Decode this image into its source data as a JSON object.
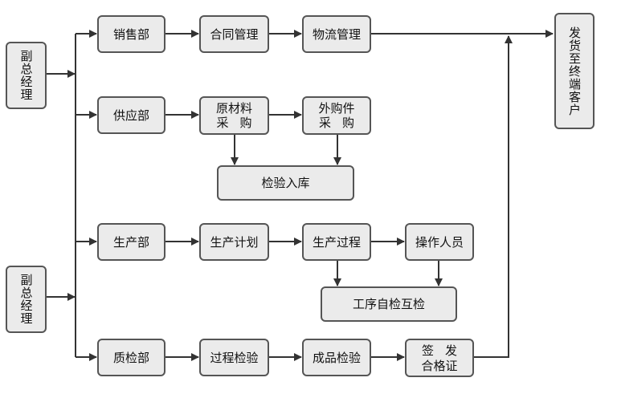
{
  "colors": {
    "box_fill": "#ebebeb",
    "box_border": "#555555",
    "line": "#333333"
  },
  "nodes": {
    "vp_top": "副总经理",
    "vp_bottom": "副总经理",
    "sales": "销售部",
    "contract": "合同管理",
    "logistics": "物流管理",
    "ship": "发货至终端客户",
    "supply": "供应部",
    "raw_material": {
      "line1": "原材料",
      "line2": "采购"
    },
    "outsourced": {
      "line1": "外购件",
      "line2": "采购"
    },
    "inspection_storage": "检验入库",
    "production": "生产部",
    "production_plan": "生产计划",
    "production_process": "生产过程",
    "operators": "操作人员",
    "process_check": "工序自检互检",
    "qc": "质检部",
    "process_inspection": "过程检验",
    "product_inspection": "成品检验",
    "cert": {
      "line1": "签发",
      "line2": "合格证"
    }
  }
}
